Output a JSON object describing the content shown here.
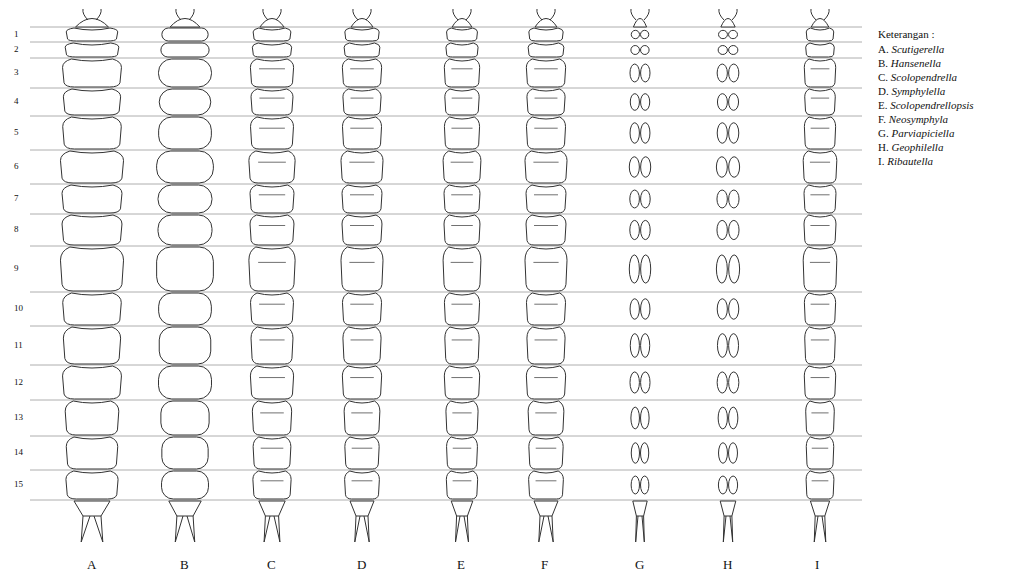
{
  "diagram": {
    "labels": [
      "1",
      "2",
      "3",
      "4",
      "5",
      "6",
      "7",
      "8",
      "9",
      "10",
      "11",
      "12",
      "13",
      "14",
      "15",
      "A",
      "B",
      "C",
      "D",
      "E",
      "F",
      "G",
      "H",
      "I",
      "Keterangan :",
      "A. Scutigerella",
      "B. Hansenella",
      "C. Scolopendrella",
      "D. Symphylella",
      "E. Scolopendrellopsis",
      "F. Neosymphyla",
      "G. Parviapiciella",
      "H. Geophilella",
      "I. Ribautella"
    ]
  }
}
